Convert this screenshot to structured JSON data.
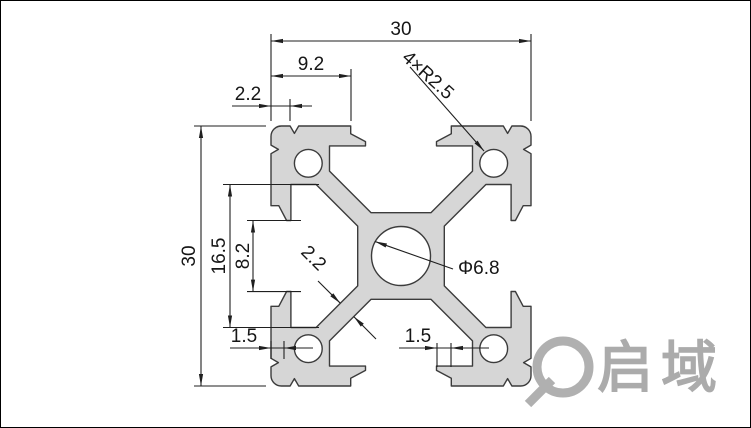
{
  "title": "30x30 aluminium extrusion profile cross-section drawing",
  "dims": {
    "overall_width": "30",
    "overall_height": "30",
    "slot_offset": "9.2",
    "top_notch": "2.2",
    "corner_note": "4×R2.5",
    "cavity_width": "16.5",
    "slot_opening": "8.2",
    "web_thickness": "2.2",
    "center_bore": "Φ6.8",
    "lip_left": "1.5",
    "lip_bottom": "1.5"
  },
  "watermark": {
    "brand": "启域"
  },
  "colors": {
    "profile_fill": "#d6d6d6",
    "profile_outline": "#3c3c3c",
    "line": "#1f1f1f",
    "watermark": "#b0b0b0"
  }
}
